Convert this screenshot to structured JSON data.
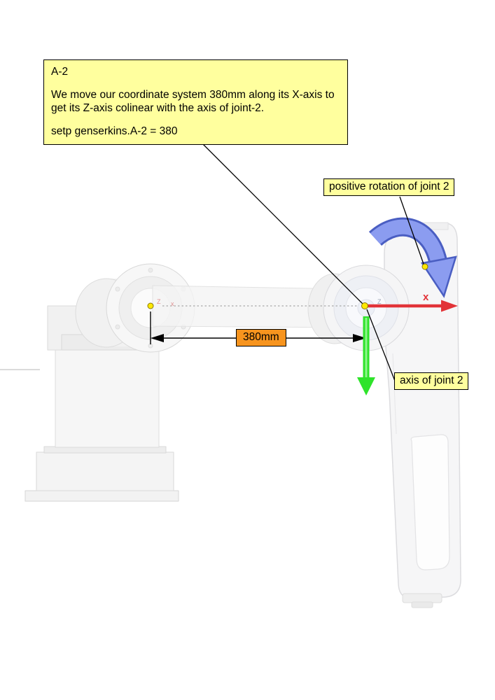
{
  "callout": {
    "title": "A-2",
    "body": "We move our coordinate system 380mm along its X-axis to get its Z-axis colinear with the axis of joint-2.",
    "command": "setp genserkins.A-2 = 380"
  },
  "labels": {
    "positive_rotation": "positive rotation of joint 2",
    "axis_of_joint2": "axis of joint 2",
    "dimension": "380mm"
  },
  "axis_labels": {
    "x": "x",
    "z_left": "Z",
    "x_left": "x",
    "z_right": "Z"
  },
  "colors": {
    "callout_bg": "#ffff9e",
    "label_bg": "#ffff9e",
    "dimension_bg": "#f7941e",
    "x_axis": "#e23338",
    "y_axis": "#2ee32a",
    "y_axis_highlight": "#8cf58a",
    "rotation_fill": "#8b9cf0",
    "rotation_outline": "#4a5ec2",
    "marker_dot": "#ffe800",
    "marker_dot_edge": "#8a7a00",
    "leader": "#000000"
  }
}
